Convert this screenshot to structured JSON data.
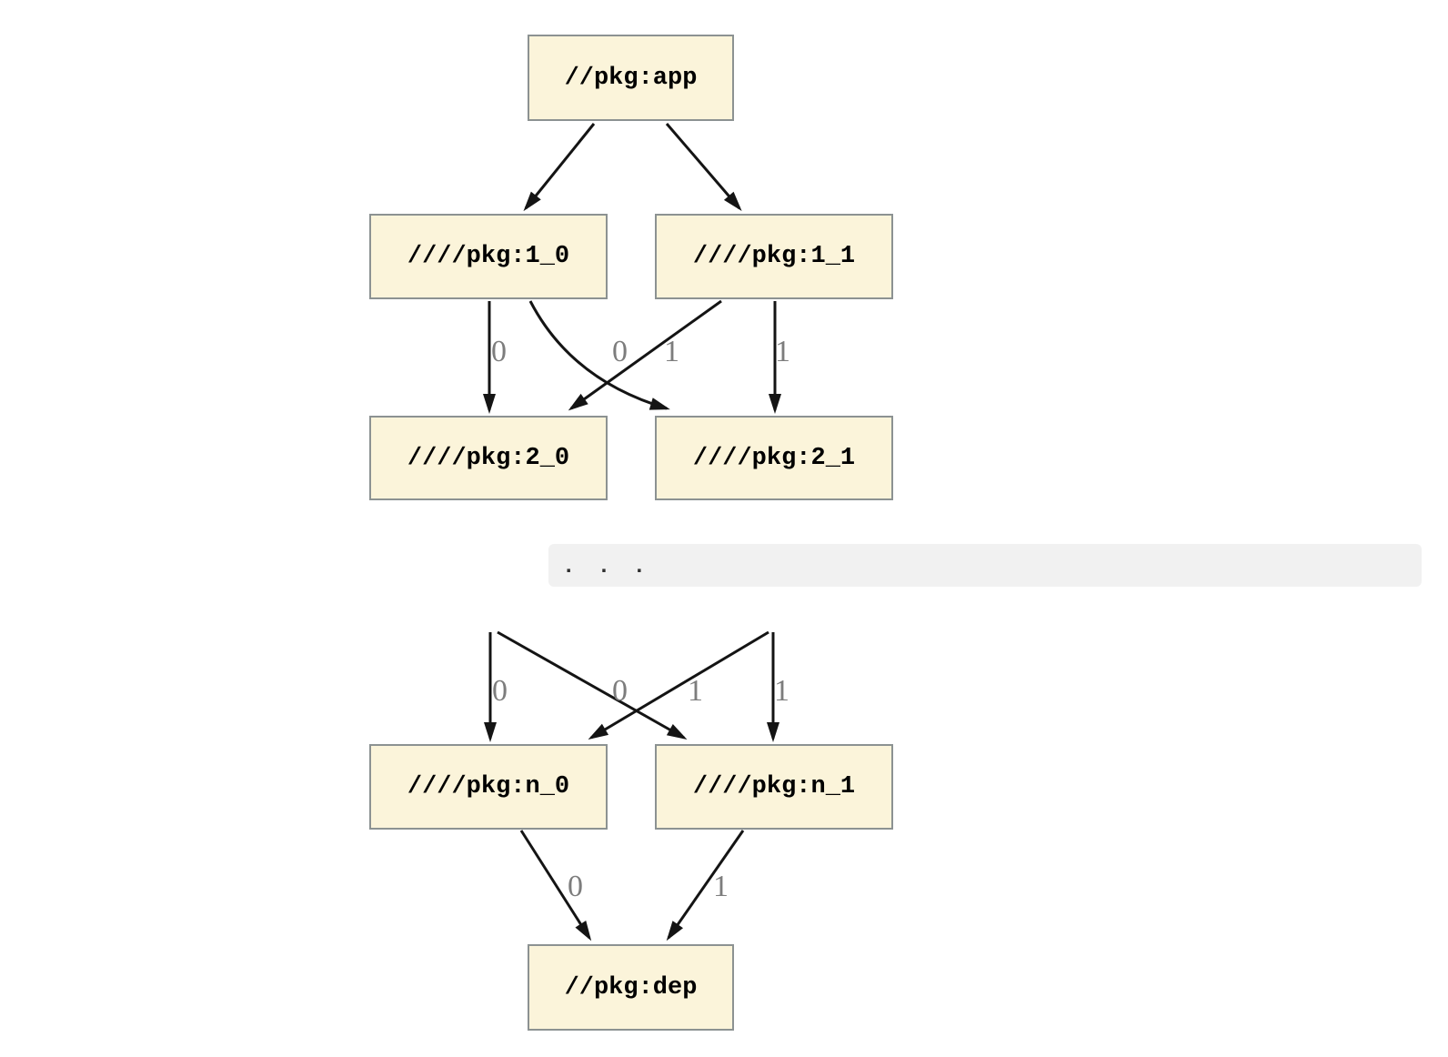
{
  "diagram": {
    "type": "dependency-graph",
    "colors": {
      "background": "#ffffff",
      "node_fill": "#fbf4da",
      "node_border": "#8c9292",
      "node_text": "#000000",
      "edge_stroke": "#141414",
      "edge_label_text": "#7d7d7d",
      "ellipsis_band_fill": "#f1f1f1",
      "ellipsis_dots": "#2f2f2f"
    },
    "nodes": [
      {
        "id": "app",
        "label": "//pkg:app"
      },
      {
        "id": "1_0",
        "label": "////pkg:1_0"
      },
      {
        "id": "1_1",
        "label": "////pkg:1_1"
      },
      {
        "id": "2_0",
        "label": "////pkg:2_0"
      },
      {
        "id": "2_1",
        "label": "////pkg:2_1"
      },
      {
        "id": "n_0",
        "label": "////pkg:n_0"
      },
      {
        "id": "n_1",
        "label": "////pkg:n_1"
      },
      {
        "id": "dep",
        "label": "//pkg:dep"
      }
    ],
    "ellipsis": {
      "text": ". . ."
    },
    "edges": [
      {
        "from": "app",
        "to": "1_0",
        "label": ""
      },
      {
        "from": "app",
        "to": "1_1",
        "label": ""
      },
      {
        "from": "1_0",
        "to": "2_0",
        "label": "0"
      },
      {
        "from": "1_0",
        "to": "2_1",
        "label": "1"
      },
      {
        "from": "1_1",
        "to": "2_0",
        "label": "0"
      },
      {
        "from": "1_1",
        "to": "2_1",
        "label": "1"
      },
      {
        "from": "ellipsis",
        "to": "n_0",
        "label": "0"
      },
      {
        "from": "ellipsis",
        "to": "n_1",
        "label": "1"
      },
      {
        "from": "ellipsis",
        "to": "n_0",
        "label": "0"
      },
      {
        "from": "ellipsis",
        "to": "n_1",
        "label": "1"
      },
      {
        "from": "n_0",
        "to": "dep",
        "label": "0"
      },
      {
        "from": "n_1",
        "to": "dep",
        "label": "1"
      }
    ]
  }
}
